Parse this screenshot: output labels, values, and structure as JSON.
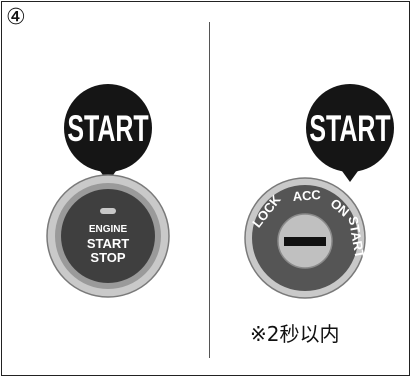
{
  "step": {
    "number": "④"
  },
  "left_panel": {
    "callout": "START",
    "button_lines": [
      "ENGINE",
      "START",
      "STOP"
    ]
  },
  "right_panel": {
    "callout": "START",
    "positions": [
      "LOCK",
      "ACC",
      "ON",
      "START"
    ],
    "note": "※2秒以内"
  }
}
